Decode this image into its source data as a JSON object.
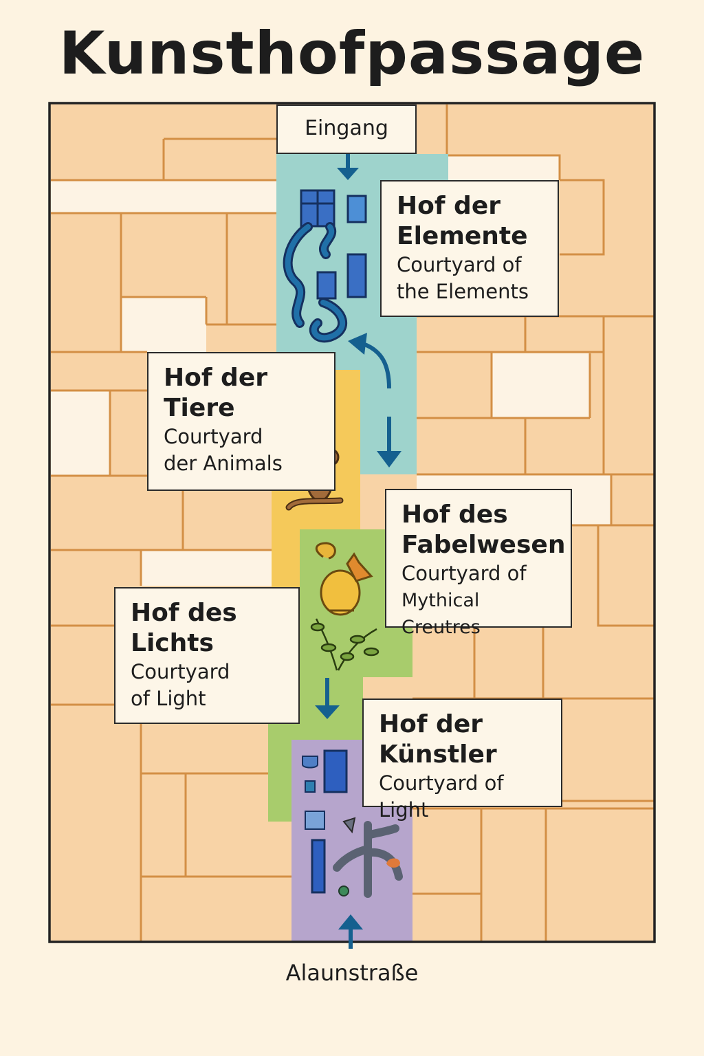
{
  "title": "Kunsthofpassage",
  "entrance_label": "Eingang",
  "street_label": "Alaunstraße",
  "courtyards": [
    {
      "name_de_line1": "Hof der",
      "name_de_line2": "Elemente",
      "name_en_line1": "Courtyard of",
      "name_en_line2": "the Elements",
      "color": "#9ed3cc"
    },
    {
      "name_de_line1": "Hof der",
      "name_de_line2": "Tiere",
      "name_en_line1": "Courtyard",
      "name_en_line2": "der Animals",
      "color": "#f5c95a"
    },
    {
      "name_de_line1": "Hof des",
      "name_de_line2": "Fabelwesen",
      "name_en_line1": "Courtyard of",
      "name_en_line2": "Mythical Creutres",
      "color": "#a8cc6c"
    },
    {
      "name_de_line1": "Hof des",
      "name_de_line2": "Lichts",
      "name_en_line1": "Courtyard",
      "name_en_line2": "of Light",
      "color": "#a8cc6c"
    },
    {
      "name_de_line1": "Hof der",
      "name_de_line2": "Künstler",
      "name_en_line1": "Courtyard of Light",
      "name_en_line2": "",
      "color": "#b6a5cc"
    }
  ],
  "colors": {
    "building": "#f8d3a6",
    "building_line": "#d38f45",
    "light_patch": "#fdf3e4",
    "frame": "#222222",
    "arrow": "#15608f",
    "water": "#2070a8",
    "glass": "#3a6fc4"
  },
  "icons": [
    "arrow-down-icon",
    "curved-arrow-icon",
    "stork-icon",
    "cat-icon",
    "fox-icon",
    "vine-icon",
    "lantern-icon",
    "diamond-icon",
    "sculpture-icon",
    "arrow-up-icon"
  ]
}
